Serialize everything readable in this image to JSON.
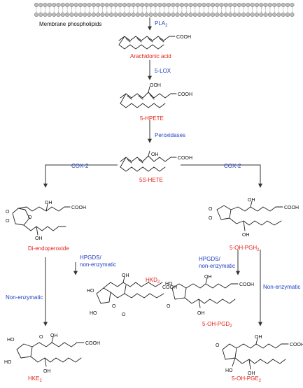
{
  "membrane": {
    "label": "Membrane phospholipids"
  },
  "enzymes": {
    "pla2": "PLA",
    "pla2_sub": "2",
    "lox": "5-LOX",
    "peroxidases": "Peroxidases",
    "cox2_left": "COX-2",
    "cox2_right": "COX-2",
    "hpgds_left_1": "HPGDS/",
    "hpgds_left_2": "non-enzymatic",
    "hpgds_right_1": "HPGDS/",
    "hpgds_right_2": "non-enzymatic",
    "nonenz_left": "Non-enzymatic",
    "nonenz_right": "Non-enzymatic"
  },
  "compounds": {
    "arachidonic": "Arachidonic acid",
    "hpete": "5-HPETE",
    "hete_pre": "5",
    "hete_s": "S",
    "hete_post": "-HETE",
    "diendo": "Di-endoperoxide",
    "ohpgh2": "5-OH-PGH",
    "ohpgh2_sub": "2",
    "hkd2": "HKD",
    "hkd2_sub": "2",
    "ohpgd2": "5-OH-PGD",
    "ohpgd2_sub": "2",
    "hke2": "HKE",
    "hke2_sub": "2",
    "ohpge2": "5-OH-PGE",
    "ohpge2_sub": "2"
  },
  "atoms": {
    "cooh": "COOH",
    "ooh": "OOH",
    "oh": "OH",
    "ho": "HO",
    "o": "O"
  },
  "colors": {
    "compound": "#e2231a",
    "enzyme": "#1f3fbf",
    "arrow": "#333333"
  }
}
